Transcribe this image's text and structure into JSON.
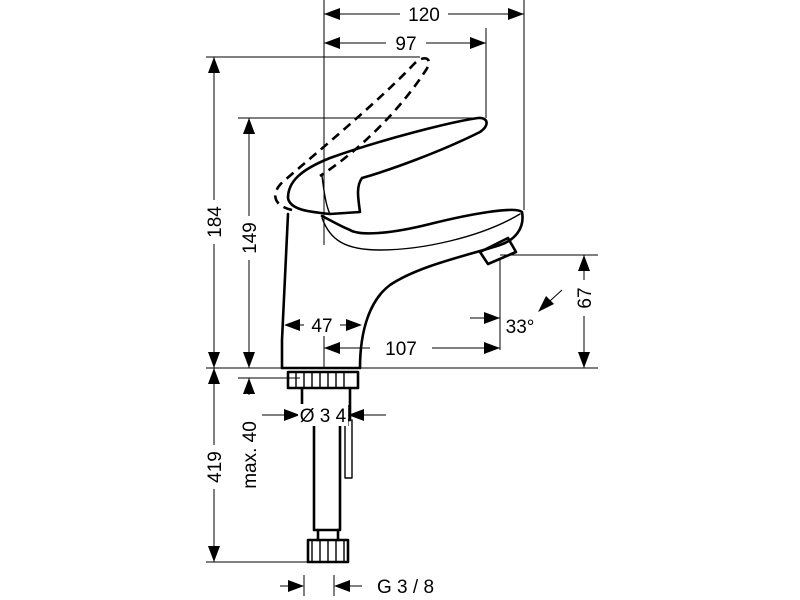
{
  "dimensions": {
    "width_top": "120",
    "spout_reach_97": "97",
    "height_total": "184",
    "height_lever": "149",
    "body_width": "47",
    "spout_reach_107": "107",
    "angle": "33°",
    "outlet_height": "67",
    "hose_length": "419",
    "max_thickness": "max. 40",
    "mount_diameter": "Ø 3 4",
    "connection_thread": "G 3 / 8"
  }
}
